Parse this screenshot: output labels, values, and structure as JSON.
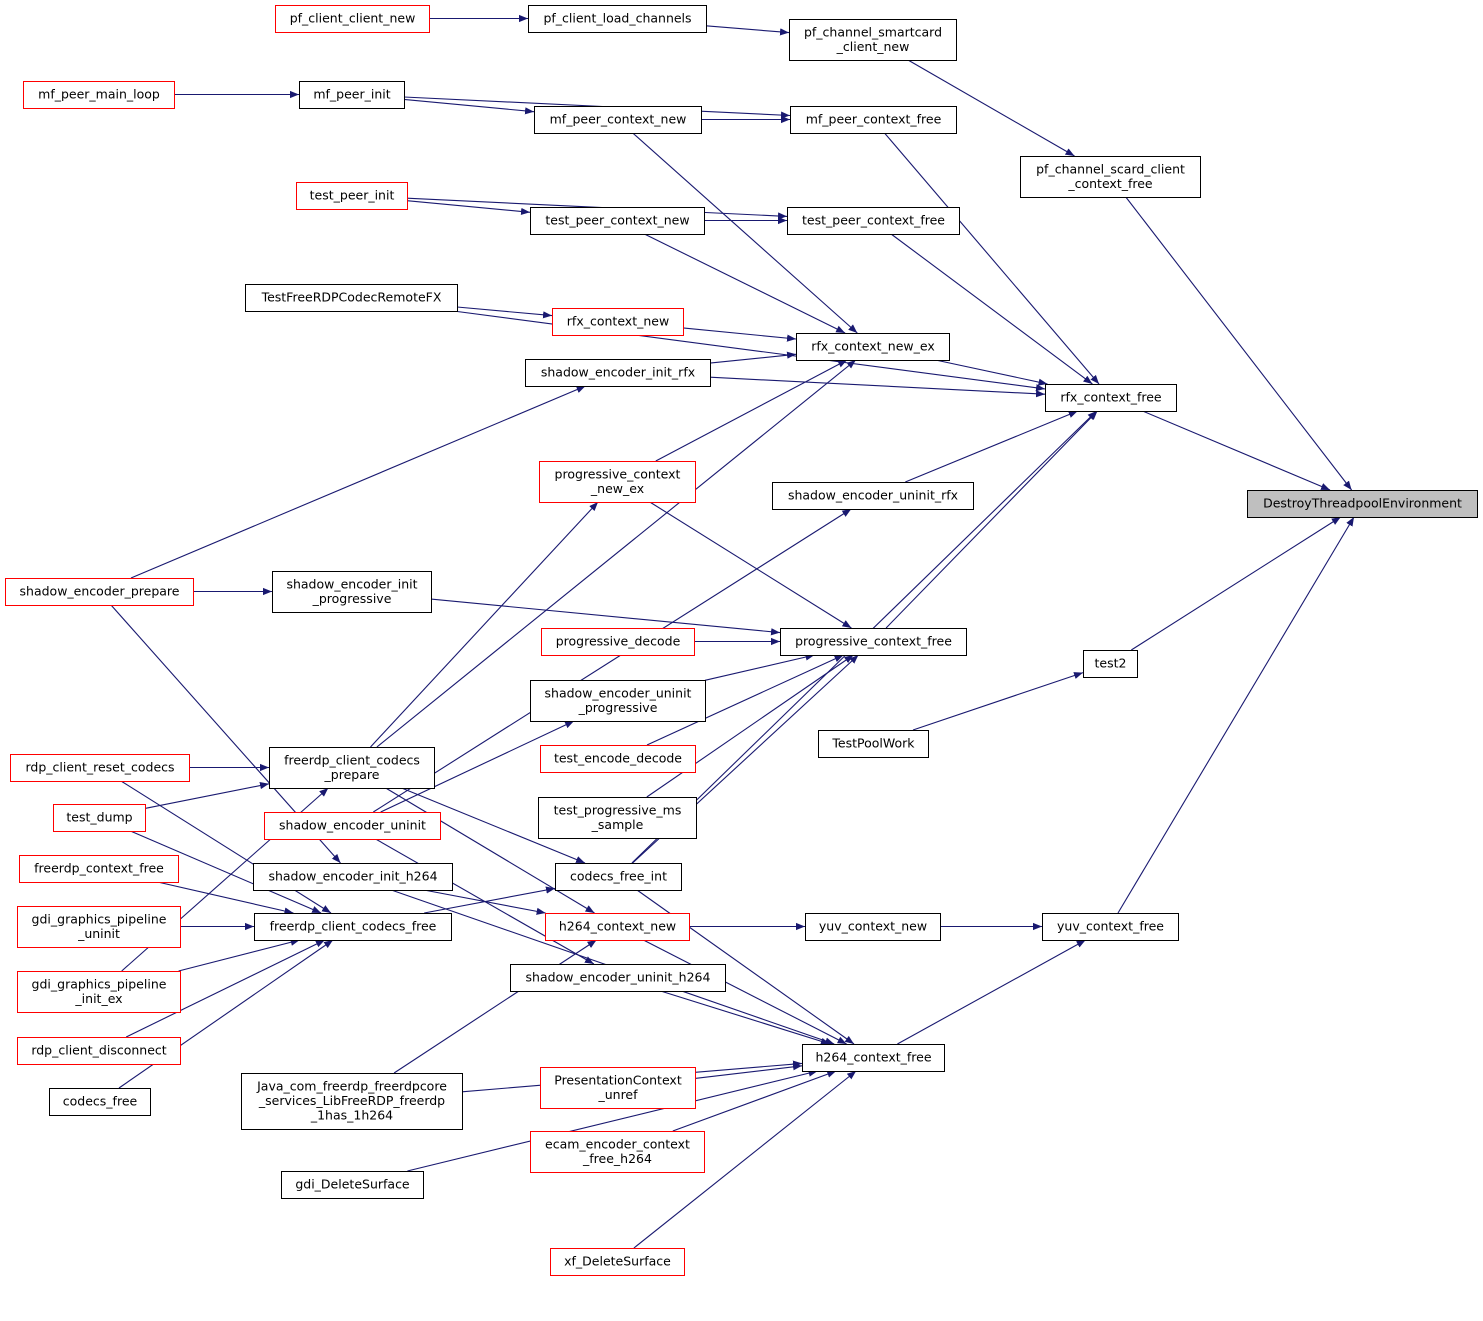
{
  "colors": {
    "edge": "#191970",
    "normal_border": "#000000",
    "highlight_border": "#ff0000",
    "root_fill": "#bfbfbf",
    "node_fill": "#ffffff"
  },
  "nodes": [
    {
      "id": "DestroyThreadpoolEnvironment",
      "lines": [
        "DestroyThreadpoolEnvironment"
      ],
      "style": "root"
    },
    {
      "id": "pf_client_client_new",
      "lines": [
        "pf_client_client_new"
      ],
      "style": "red"
    },
    {
      "id": "pf_client_load_channels",
      "lines": [
        "pf_client_load_channels"
      ],
      "style": "black"
    },
    {
      "id": "pf_channel_smartcard_client_new",
      "lines": [
        "pf_channel_smartcard",
        "_client_new"
      ],
      "style": "black"
    },
    {
      "id": "mf_peer_main_loop",
      "lines": [
        "mf_peer_main_loop"
      ],
      "style": "red"
    },
    {
      "id": "mf_peer_init",
      "lines": [
        "mf_peer_init"
      ],
      "style": "black"
    },
    {
      "id": "mf_peer_context_new",
      "lines": [
        "mf_peer_context_new"
      ],
      "style": "black"
    },
    {
      "id": "mf_peer_context_free",
      "lines": [
        "mf_peer_context_free"
      ],
      "style": "black"
    },
    {
      "id": "pf_channel_scard_client_context_free",
      "lines": [
        "pf_channel_scard_client",
        "_context_free"
      ],
      "style": "black"
    },
    {
      "id": "test_peer_init",
      "lines": [
        "test_peer_init"
      ],
      "style": "red"
    },
    {
      "id": "test_peer_context_new",
      "lines": [
        "test_peer_context_new"
      ],
      "style": "black"
    },
    {
      "id": "test_peer_context_free",
      "lines": [
        "test_peer_context_free"
      ],
      "style": "black"
    },
    {
      "id": "TestFreeRDPCodecRemoteFX",
      "lines": [
        "TestFreeRDPCodecRemoteFX"
      ],
      "style": "black"
    },
    {
      "id": "rfx_context_new",
      "lines": [
        "rfx_context_new"
      ],
      "style": "red"
    },
    {
      "id": "rfx_context_new_ex",
      "lines": [
        "rfx_context_new_ex"
      ],
      "style": "black"
    },
    {
      "id": "shadow_encoder_init_rfx",
      "lines": [
        "shadow_encoder_init_rfx"
      ],
      "style": "black"
    },
    {
      "id": "rfx_context_free",
      "lines": [
        "rfx_context_free"
      ],
      "style": "black"
    },
    {
      "id": "progressive_context_new_ex",
      "lines": [
        "progressive_context",
        "_new_ex"
      ],
      "style": "red"
    },
    {
      "id": "shadow_encoder_uninit_rfx",
      "lines": [
        "shadow_encoder_uninit_rfx"
      ],
      "style": "black"
    },
    {
      "id": "shadow_encoder_prepare",
      "lines": [
        "shadow_encoder_prepare"
      ],
      "style": "red"
    },
    {
      "id": "shadow_encoder_init_progressive",
      "lines": [
        "shadow_encoder_init",
        "_progressive"
      ],
      "style": "black"
    },
    {
      "id": "progressive_decode",
      "lines": [
        "progressive_decode"
      ],
      "style": "red"
    },
    {
      "id": "progressive_context_free",
      "lines": [
        "progressive_context_free"
      ],
      "style": "black"
    },
    {
      "id": "test2",
      "lines": [
        "test2"
      ],
      "style": "black"
    },
    {
      "id": "shadow_encoder_uninit_progressive",
      "lines": [
        "shadow_encoder_uninit",
        "_progressive"
      ],
      "style": "black"
    },
    {
      "id": "TestPoolWork",
      "lines": [
        "TestPoolWork"
      ],
      "style": "black"
    },
    {
      "id": "test_encode_decode",
      "lines": [
        "test_encode_decode"
      ],
      "style": "red"
    },
    {
      "id": "rdp_client_reset_codecs",
      "lines": [
        "rdp_client_reset_codecs"
      ],
      "style": "red"
    },
    {
      "id": "freerdp_client_codecs_prepare",
      "lines": [
        "freerdp_client_codecs",
        "_prepare"
      ],
      "style": "black"
    },
    {
      "id": "test_dump",
      "lines": [
        "test_dump"
      ],
      "style": "red"
    },
    {
      "id": "shadow_encoder_uninit",
      "lines": [
        "shadow_encoder_uninit"
      ],
      "style": "red"
    },
    {
      "id": "test_progressive_ms_sample",
      "lines": [
        "test_progressive_ms",
        "_sample"
      ],
      "style": "black"
    },
    {
      "id": "freerdp_context_free",
      "lines": [
        "freerdp_context_free"
      ],
      "style": "red"
    },
    {
      "id": "shadow_encoder_init_h264",
      "lines": [
        "shadow_encoder_init_h264"
      ],
      "style": "black"
    },
    {
      "id": "codecs_free_int",
      "lines": [
        "codecs_free_int"
      ],
      "style": "black"
    },
    {
      "id": "gdi_graphics_pipeline_uninit",
      "lines": [
        "gdi_graphics_pipeline",
        "_uninit"
      ],
      "style": "red"
    },
    {
      "id": "freerdp_client_codecs_free",
      "lines": [
        "freerdp_client_codecs_free"
      ],
      "style": "black"
    },
    {
      "id": "h264_context_new",
      "lines": [
        "h264_context_new"
      ],
      "style": "red"
    },
    {
      "id": "yuv_context_new",
      "lines": [
        "yuv_context_new"
      ],
      "style": "black"
    },
    {
      "id": "yuv_context_free",
      "lines": [
        "yuv_context_free"
      ],
      "style": "black"
    },
    {
      "id": "gdi_graphics_pipeline_init_ex",
      "lines": [
        "gdi_graphics_pipeline",
        "_init_ex"
      ],
      "style": "red"
    },
    {
      "id": "shadow_encoder_uninit_h264",
      "lines": [
        "shadow_encoder_uninit_h264"
      ],
      "style": "black"
    },
    {
      "id": "rdp_client_disconnect",
      "lines": [
        "rdp_client_disconnect"
      ],
      "style": "red"
    },
    {
      "id": "h264_context_free",
      "lines": [
        "h264_context_free"
      ],
      "style": "black"
    },
    {
      "id": "PresentationContext_unref",
      "lines": [
        "PresentationContext",
        "_unref"
      ],
      "style": "red"
    },
    {
      "id": "Java_com_freerdp_freerdpcore_services_LibFreeRDP_freerdp_1has_1h264",
      "lines": [
        "Java_com_freerdp_freerdpcore",
        "_services_LibFreeRDP_freerdp",
        "_1has_1h264"
      ],
      "style": "black"
    },
    {
      "id": "codecs_free",
      "lines": [
        "codecs_free"
      ],
      "style": "black"
    },
    {
      "id": "ecam_encoder_context_free_h264",
      "lines": [
        "ecam_encoder_context",
        "_free_h264"
      ],
      "style": "red"
    },
    {
      "id": "gdi_DeleteSurface",
      "lines": [
        "gdi_DeleteSurface"
      ],
      "style": "black"
    },
    {
      "id": "xf_DeleteSurface",
      "lines": [
        "xf_DeleteSurface"
      ],
      "style": "red"
    }
  ],
  "edges": [
    [
      "pf_client_client_new",
      "pf_client_load_channels"
    ],
    [
      "pf_client_load_channels",
      "pf_channel_smartcard_client_new"
    ],
    [
      "pf_channel_smartcard_client_new",
      "pf_channel_scard_client_context_free"
    ],
    [
      "pf_channel_scard_client_context_free",
      "DestroyThreadpoolEnvironment"
    ],
    [
      "mf_peer_main_loop",
      "mf_peer_init"
    ],
    [
      "mf_peer_init",
      "mf_peer_context_new"
    ],
    [
      "mf_peer_init",
      "mf_peer_context_free"
    ],
    [
      "mf_peer_context_new",
      "mf_peer_context_free"
    ],
    [
      "mf_peer_context_new",
      "rfx_context_new_ex"
    ],
    [
      "mf_peer_context_free",
      "rfx_context_free"
    ],
    [
      "test_peer_init",
      "test_peer_context_new"
    ],
    [
      "test_peer_init",
      "test_peer_context_free"
    ],
    [
      "test_peer_context_new",
      "test_peer_context_free"
    ],
    [
      "test_peer_context_new",
      "rfx_context_new_ex"
    ],
    [
      "test_peer_context_free",
      "rfx_context_free"
    ],
    [
      "TestFreeRDPCodecRemoteFX",
      "rfx_context_new"
    ],
    [
      "TestFreeRDPCodecRemoteFX",
      "rfx_context_free"
    ],
    [
      "rfx_context_new",
      "rfx_context_new_ex"
    ],
    [
      "rfx_context_new_ex",
      "rfx_context_free"
    ],
    [
      "shadow_encoder_init_rfx",
      "rfx_context_new_ex"
    ],
    [
      "shadow_encoder_init_rfx",
      "rfx_context_free"
    ],
    [
      "rfx_context_free",
      "DestroyThreadpoolEnvironment"
    ],
    [
      "progressive_context_new_ex",
      "rfx_context_new_ex"
    ],
    [
      "progressive_context_new_ex",
      "progressive_context_free"
    ],
    [
      "shadow_encoder_uninit_rfx",
      "rfx_context_free"
    ],
    [
      "shadow_encoder_prepare",
      "shadow_encoder_init_rfx"
    ],
    [
      "shadow_encoder_prepare",
      "shadow_encoder_init_progressive"
    ],
    [
      "shadow_encoder_prepare",
      "shadow_encoder_init_h264"
    ],
    [
      "shadow_encoder_init_progressive",
      "progressive_context_free"
    ],
    [
      "progressive_decode",
      "progressive_context_free"
    ],
    [
      "progressive_context_free",
      "rfx_context_free"
    ],
    [
      "shadow_encoder_uninit_progressive",
      "progressive_context_free"
    ],
    [
      "test_encode_decode",
      "progressive_context_free"
    ],
    [
      "test_progressive_ms_sample",
      "progressive_context_free"
    ],
    [
      "test2",
      "DestroyThreadpoolEnvironment"
    ],
    [
      "TestPoolWork",
      "test2"
    ],
    [
      "rdp_client_reset_codecs",
      "freerdp_client_codecs_prepare"
    ],
    [
      "rdp_client_reset_codecs",
      "freerdp_client_codecs_free"
    ],
    [
      "test_dump",
      "freerdp_client_codecs_prepare"
    ],
    [
      "test_dump",
      "freerdp_client_codecs_free"
    ],
    [
      "freerdp_client_codecs_prepare",
      "rfx_context_new_ex"
    ],
    [
      "freerdp_client_codecs_prepare",
      "progressive_context_new_ex"
    ],
    [
      "freerdp_client_codecs_prepare",
      "codecs_free_int"
    ],
    [
      "freerdp_client_codecs_prepare",
      "h264_context_new"
    ],
    [
      "shadow_encoder_uninit",
      "shadow_encoder_uninit_rfx"
    ],
    [
      "shadow_encoder_uninit",
      "shadow_encoder_uninit_progressive"
    ],
    [
      "shadow_encoder_uninit",
      "shadow_encoder_uninit_h264"
    ],
    [
      "freerdp_context_free",
      "freerdp_client_codecs_free"
    ],
    [
      "shadow_encoder_init_h264",
      "h264_context_new"
    ],
    [
      "shadow_encoder_init_h264",
      "h264_context_free"
    ],
    [
      "codecs_free_int",
      "rfx_context_free"
    ],
    [
      "codecs_free_int",
      "progressive_context_free"
    ],
    [
      "codecs_free_int",
      "h264_context_free"
    ],
    [
      "gdi_graphics_pipeline_uninit",
      "freerdp_client_codecs_free"
    ],
    [
      "gdi_graphics_pipeline_init_ex",
      "freerdp_client_codecs_prepare"
    ],
    [
      "gdi_graphics_pipeline_init_ex",
      "freerdp_client_codecs_free"
    ],
    [
      "rdp_client_disconnect",
      "freerdp_client_codecs_free"
    ],
    [
      "codecs_free",
      "freerdp_client_codecs_free"
    ],
    [
      "freerdp_client_codecs_free",
      "codecs_free_int"
    ],
    [
      "h264_context_new",
      "yuv_context_new"
    ],
    [
      "h264_context_new",
      "h264_context_free"
    ],
    [
      "yuv_context_new",
      "yuv_context_free"
    ],
    [
      "yuv_context_free",
      "DestroyThreadpoolEnvironment"
    ],
    [
      "h264_context_free",
      "yuv_context_free"
    ],
    [
      "shadow_encoder_uninit_h264",
      "h264_context_free"
    ],
    [
      "PresentationContext_unref",
      "h264_context_free"
    ],
    [
      "Java_com_freerdp_freerdpcore_services_LibFreeRDP_freerdp_1has_1h264",
      "h264_context_new"
    ],
    [
      "Java_com_freerdp_freerdpcore_services_LibFreeRDP_freerdp_1has_1h264",
      "h264_context_free"
    ],
    [
      "ecam_encoder_context_free_h264",
      "h264_context_free"
    ],
    [
      "gdi_DeleteSurface",
      "h264_context_free"
    ],
    [
      "xf_DeleteSurface",
      "h264_context_free"
    ]
  ]
}
